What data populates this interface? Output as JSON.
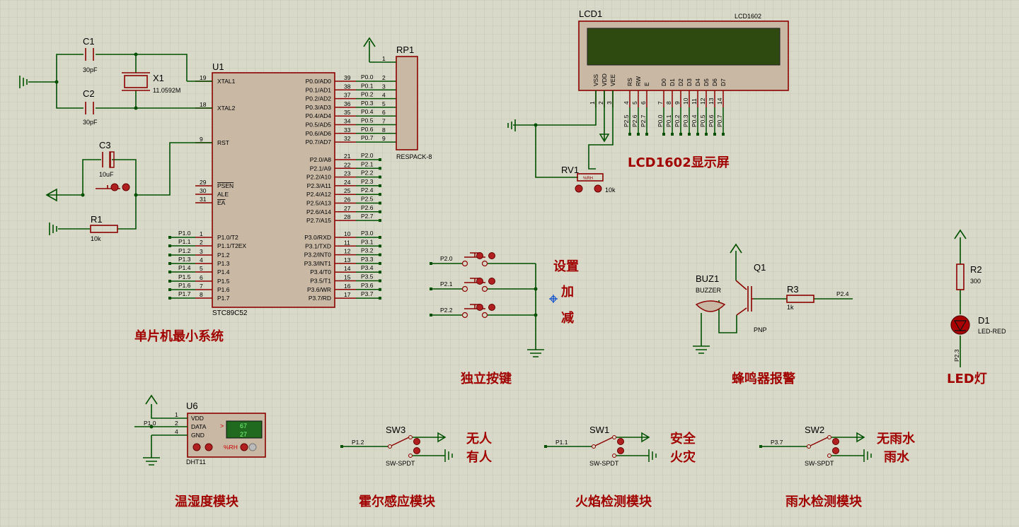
{
  "mcu": {
    "ref": "U1",
    "part": "STC89C52",
    "left_pins": [
      {
        "num": "19",
        "name": "XTAL1"
      },
      {
        "num": "18",
        "name": "XTAL2"
      },
      {
        "num": "9",
        "name": "RST"
      },
      {
        "num": "29",
        "name": "PSEN"
      },
      {
        "num": "30",
        "name": "ALE"
      },
      {
        "num": "31",
        "name": "EA"
      },
      {
        "num": "1",
        "name": "P1.0/T2"
      },
      {
        "num": "2",
        "name": "P1.1/T2EX"
      },
      {
        "num": "3",
        "name": "P1.2"
      },
      {
        "num": "4",
        "name": "P1.3"
      },
      {
        "num": "5",
        "name": "P1.4"
      },
      {
        "num": "6",
        "name": "P1.5"
      },
      {
        "num": "7",
        "name": "P1.6"
      },
      {
        "num": "8",
        "name": "P1.7"
      }
    ],
    "left_nets": [
      "P1.0",
      "P1.1",
      "P1.2",
      "P1.3",
      "P1.4",
      "P1.5",
      "P1.6",
      "P1.7"
    ],
    "right_pins": [
      {
        "num": "39",
        "name": "P0.0/AD0"
      },
      {
        "num": "38",
        "name": "P0.1/AD1"
      },
      {
        "num": "37",
        "name": "P0.2/AD2"
      },
      {
        "num": "36",
        "name": "P0.3/AD3"
      },
      {
        "num": "35",
        "name": "P0.4/AD4"
      },
      {
        "num": "34",
        "name": "P0.5/AD5"
      },
      {
        "num": "33",
        "name": "P0.6/AD6"
      },
      {
        "num": "32",
        "name": "P0.7/AD7"
      },
      {
        "num": "21",
        "name": "P2.0/A8"
      },
      {
        "num": "22",
        "name": "P2.1/A9"
      },
      {
        "num": "23",
        "name": "P2.2/A10"
      },
      {
        "num": "24",
        "name": "P2.3/A11"
      },
      {
        "num": "25",
        "name": "P2.4/A12"
      },
      {
        "num": "26",
        "name": "P2.5/A13"
      },
      {
        "num": "27",
        "name": "P2.6/A14"
      },
      {
        "num": "28",
        "name": "P2.7/A15"
      },
      {
        "num": "10",
        "name": "P3.0/RXD"
      },
      {
        "num": "11",
        "name": "P3.1/TXD"
      },
      {
        "num": "12",
        "name": "P3.2/INT0"
      },
      {
        "num": "13",
        "name": "P3.3/INT1"
      },
      {
        "num": "14",
        "name": "P3.4/T0"
      },
      {
        "num": "15",
        "name": "P3.5/T1"
      },
      {
        "num": "16",
        "name": "P3.6/WR"
      },
      {
        "num": "17",
        "name": "P3.7/RD"
      }
    ],
    "right_nets": [
      "P0.0",
      "P0.1",
      "P0.2",
      "P0.3",
      "P0.4",
      "P0.5",
      "P0.6",
      "P0.7",
      "P2.0",
      "P2.1",
      "P2.2",
      "P2.3",
      "P2.4",
      "P2.5",
      "P2.6",
      "P2.7",
      "P3.0",
      "P3.1",
      "P3.2",
      "P3.3",
      "P3.4",
      "P3.5",
      "P3.6",
      "P3.7"
    ]
  },
  "crystal": {
    "c1": "C1",
    "c1_val": "30pF",
    "c2": "C2",
    "c2_val": "30pF",
    "x1": "X1",
    "x1_val": "11.0592M"
  },
  "reset": {
    "c3": "C3",
    "c3_val": "10uF",
    "r1": "R1",
    "r1_val": "10k"
  },
  "rp1": {
    "ref": "RP1",
    "part": "RESPACK-8",
    "pins": [
      "1",
      "2",
      "3",
      "4",
      "5",
      "6",
      "7",
      "8",
      "9"
    ]
  },
  "lcd": {
    "ref": "LCD1",
    "part": "LCD1602",
    "pin_names": [
      "VSS",
      "VDD",
      "VEE",
      "RS",
      "RW",
      "E",
      "D0",
      "D1",
      "D2",
      "D3",
      "D4",
      "D5",
      "D6",
      "D7"
    ],
    "pin_nums": [
      "1",
      "2",
      "3",
      "4",
      "5",
      "6",
      "7",
      "8",
      "9",
      "10",
      "11",
      "12",
      "13",
      "14"
    ],
    "nets": [
      "P2.5",
      "P2.6",
      "P2.7",
      "P0.0",
      "P0.1",
      "P0.2",
      "P0.3",
      "P0.4",
      "P0.5",
      "P0.6",
      "P0.7"
    ],
    "rv_ref": "RV1",
    "rv_val": "10k",
    "rv_glyph": "%RH"
  },
  "buttons": {
    "nets": [
      "P2.0",
      "P2.1",
      "P2.2"
    ],
    "labels": [
      "设置",
      "加",
      "减"
    ]
  },
  "buzzer": {
    "buz_ref": "BUZ1",
    "buz_part": "BUZZER",
    "q_ref": "Q1",
    "q_type": "PNP",
    "r_ref": "R3",
    "r_val": "1k",
    "net": "P2.4"
  },
  "led": {
    "r_ref": "R2",
    "r_val": "300",
    "d_ref": "D1",
    "d_part": "LED-RED",
    "net": "P2.3"
  },
  "dht": {
    "ref": "U6",
    "part": "DHT11",
    "net": "P1.0",
    "pins": [
      "VDD",
      "DATA",
      "GND"
    ],
    "pin_nums": [
      "1",
      "2",
      "4"
    ],
    "temp": "67",
    "hum": "27",
    "unit": "%RH",
    "gt": ">"
  },
  "switches": [
    {
      "ref": "SW3",
      "part": "SW-SPDT",
      "net": "P1.2",
      "label_a": "无人",
      "label_b": "有人"
    },
    {
      "ref": "SW1",
      "part": "SW-SPDT",
      "net": "P1.1",
      "label_a": "安全",
      "label_b": "火灾"
    },
    {
      "ref": "SW2",
      "part": "SW-SPDT",
      "net": "P3.7",
      "label_a": "无雨水",
      "label_b": "雨水"
    }
  ],
  "titles": {
    "mcu": "单片机最小系统",
    "lcd": "LCD1602显示屏",
    "keys": "独立按键",
    "buzzer": "蜂鸣器报警",
    "led": "LED灯",
    "dht": "温湿度模块",
    "hall": "霍尔感应模块",
    "flame": "火焰检测模块",
    "rain": "雨水检测模块"
  },
  "colors": {
    "wire": "#005000",
    "component": "#8b0000",
    "body": "#c8b8a4",
    "background": "#d9d9c9",
    "title": "#a00000",
    "lcd_screen": "#2f4a10",
    "dht_screen": "#1f6a1f"
  }
}
